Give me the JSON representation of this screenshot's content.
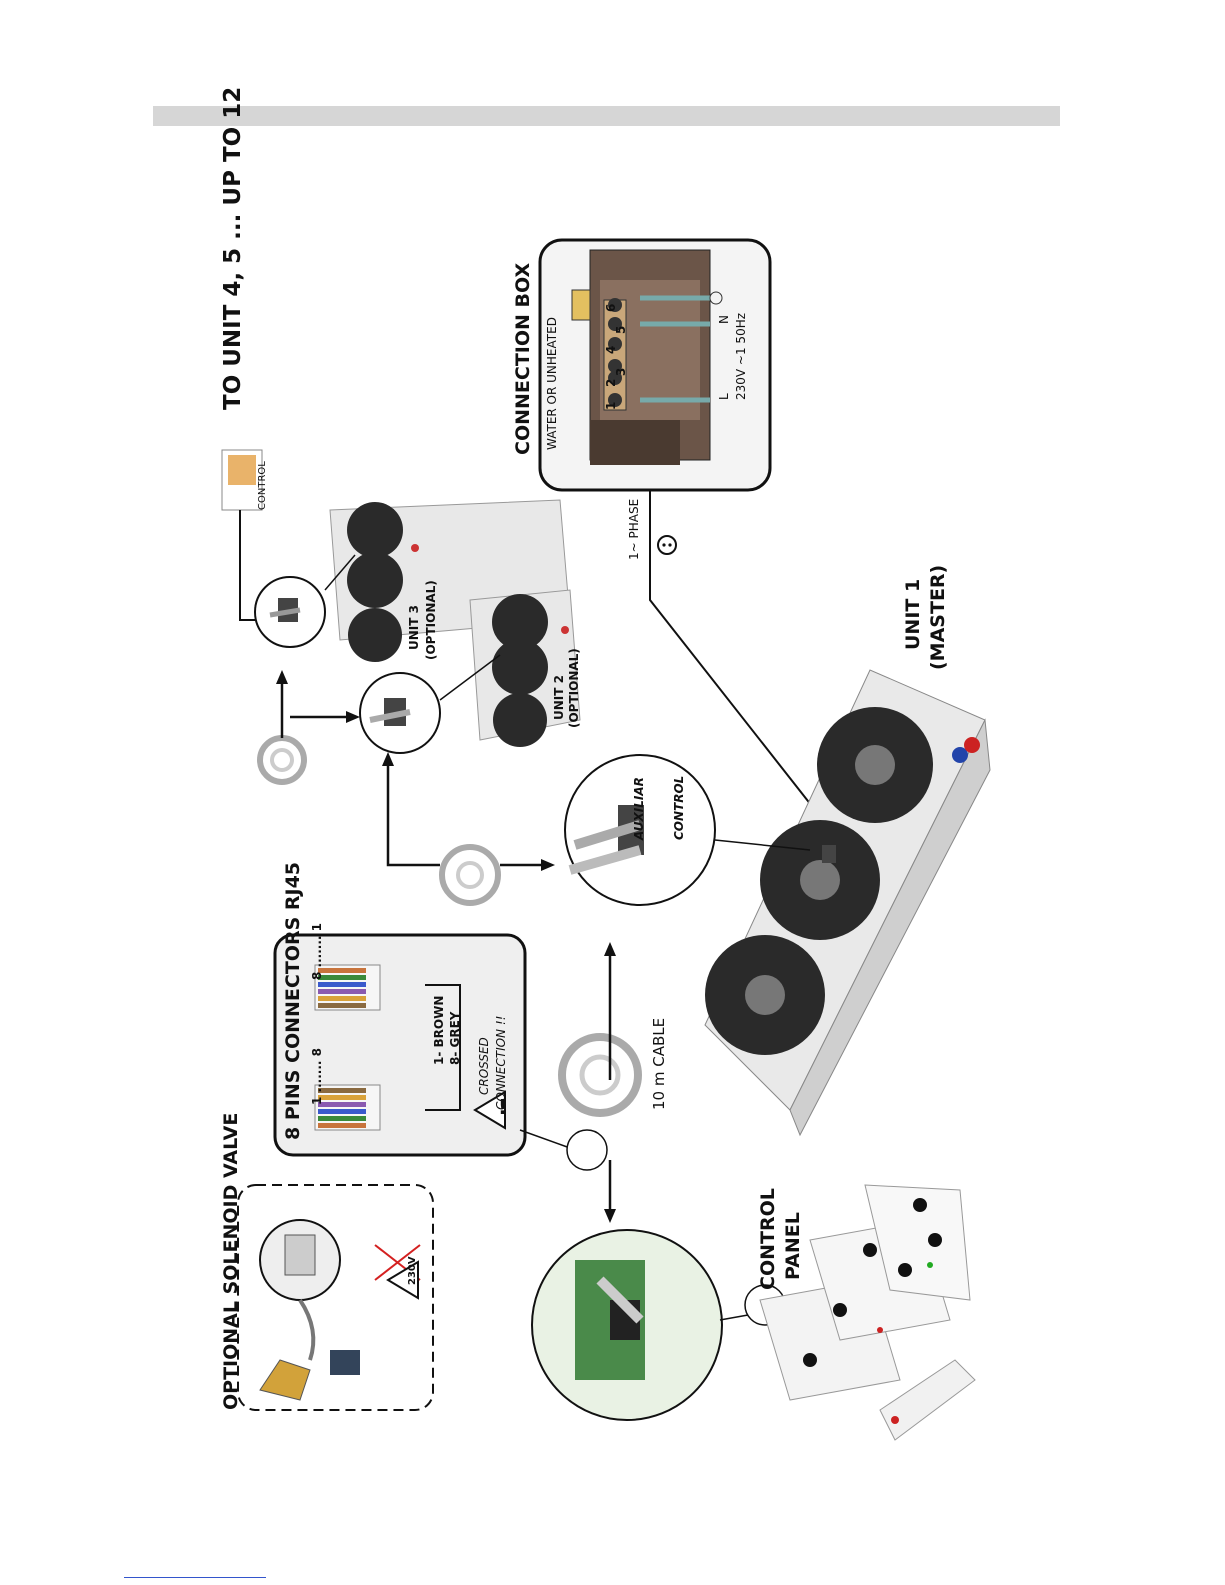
{
  "labels": {
    "to_unit": "TO UNIT 4, 5 ... UP TO 12",
    "control_small": "CONTROL",
    "connection_box_title": "CONNECTION BOX",
    "connection_box_sub": "WATER OR UNHEATED",
    "terminal_1": "1",
    "terminal_2": "2",
    "terminal_3": "3",
    "terminal_4": "4",
    "terminal_5": "5",
    "terminal_6": "6",
    "term_L": "L",
    "term_N": "N",
    "power_spec": "230V ~1 50Hz",
    "phase": "1~ PHASE",
    "unit3": "UNIT 3",
    "unit3_opt": "(OPTIONAL)",
    "unit2": "UNIT 2",
    "unit2_opt": "(OPTIONAL)",
    "unit1": "UNIT 1",
    "unit1_master": "(MASTER)",
    "auxiliar": "AUXILIAR",
    "control": "CONTROL",
    "pins_title": "8 PINS CONNECTORS RJ45",
    "pins_left": "1 ....... 8",
    "pins_right": "8 ....... 1",
    "brown": "1- BROWN",
    "grey": "8- GREY",
    "crossed": "CROSSED",
    "connection": "CONNECTION !!",
    "cable": "10 m CABLE",
    "solenoid_title": "OPTIONAL SOLENOID VALVE",
    "v230": "230V",
    "control_panel_1": "CONTROL",
    "control_panel_2": "PANEL"
  },
  "colors": {
    "header_bar": "#d6d6d6",
    "box_fill": "#efefef",
    "terminal_body": "#6b5548",
    "fan_dark": "#2a2a2a",
    "unit_body": "#e8e8e8",
    "warning_red": "#d42020"
  }
}
